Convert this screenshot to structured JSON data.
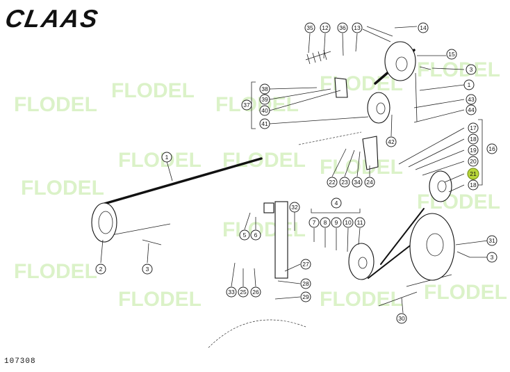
{
  "brand": "CLAAS",
  "watermark": "FLODEL",
  "drawing_number": "107308",
  "highlight_color": "#b8d63a",
  "watermark_color": "#7fd03a",
  "callouts": [
    "1",
    "1",
    "2",
    "3",
    "3",
    "3",
    "4",
    "5",
    "6",
    "7",
    "8",
    "9",
    "10",
    "11",
    "12",
    "13",
    "14",
    "15",
    "16",
    "17",
    "18",
    "18",
    "19",
    "20",
    "21",
    "22",
    "23",
    "24",
    "25",
    "26",
    "27",
    "28",
    "29",
    "30",
    "31",
    "32",
    "33",
    "34",
    "35",
    "36",
    "37",
    "38",
    "39",
    "40",
    "41",
    "42",
    "43",
    "44"
  ],
  "highlighted_callout": "21"
}
